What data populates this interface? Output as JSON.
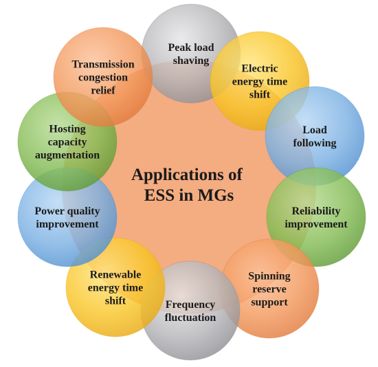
{
  "center": {
    "lines": [
      "Applications of",
      "ESS in MGs"
    ],
    "color": "#f3a87a"
  },
  "nodes": [
    {
      "id": "peak-load-shaving",
      "lines": [
        "Peak load",
        "shaving"
      ],
      "color": "grey"
    },
    {
      "id": "electric-energy-time-shift",
      "lines": [
        "Electric",
        "energy time",
        "shift"
      ],
      "color": "yellow"
    },
    {
      "id": "load-following",
      "lines": [
        "Load",
        "following"
      ],
      "color": "blue"
    },
    {
      "id": "reliability-improvement",
      "lines": [
        "Reliability",
        "improvement"
      ],
      "color": "green"
    },
    {
      "id": "spinning-reserve-support",
      "lines": [
        "Spinning",
        "reserve",
        "support"
      ],
      "color": "orange"
    },
    {
      "id": "frequency-fluctuation",
      "lines": [
        "Frequency",
        "fluctuation"
      ],
      "color": "grey"
    },
    {
      "id": "renewable-energy-time-shift",
      "lines": [
        "Renewable",
        "energy time",
        "shift"
      ],
      "color": "yellow"
    },
    {
      "id": "power-quality-improvement",
      "lines": [
        "Power quality",
        "improvement"
      ],
      "color": "blue"
    },
    {
      "id": "hosting-capacity-augmentation",
      "lines": [
        "Hosting",
        "capacity",
        "augmentation"
      ],
      "color": "green"
    },
    {
      "id": "transmission-congestion-relief",
      "lines": [
        "Transmission",
        "congestion",
        "relief"
      ],
      "color": "orange"
    }
  ],
  "palette": {
    "grey": {
      "light": "#e6e6e8",
      "mid": "#b6b6ba",
      "dark": "#8e8e93"
    },
    "yellow": {
      "light": "#ffe680",
      "mid": "#f9c62a",
      "dark": "#e7a812"
    },
    "blue": {
      "light": "#b7d7f4",
      "mid": "#7eb2e3",
      "dark": "#4f8fd0"
    },
    "green": {
      "light": "#b8dc95",
      "mid": "#86bd56",
      "dark": "#5e9a35"
    },
    "orange": {
      "light": "#fbc29b",
      "mid": "#f39a5e",
      "dark": "#e07a3c"
    }
  }
}
